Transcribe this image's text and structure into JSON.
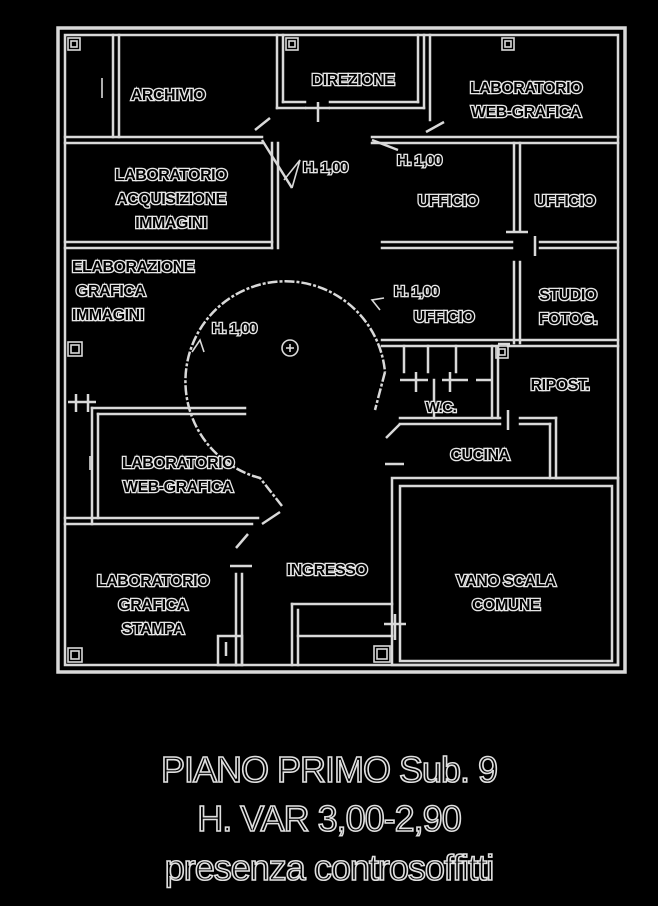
{
  "rooms": {
    "archivio": "ARCHIVIO",
    "direzione": "DIREZIONE",
    "lab_web_grafica_top": [
      "LABORATORIO",
      "WEB-GRAFICA"
    ],
    "lab_acquisizione": [
      "LABORATORIO",
      "ACQUISIZIONE",
      "IMMAGINI"
    ],
    "ufficio_center": "UFFICIO",
    "ufficio_right": "UFFICIO",
    "elaborazione": [
      "ELABORAZIONE",
      "GRAFICA",
      "IMMAGINI"
    ],
    "ufficio_lower": "UFFICIO",
    "studio_fotog": [
      "STUDIO",
      "FOTOG."
    ],
    "wc": "W.C.",
    "ripost": "RIPOST.",
    "cucina": "CUCINA",
    "lab_web_grafica_left": [
      "LABORATORIO",
      "WEB-GRAFICA"
    ],
    "ingresso": "INGRESSO",
    "lab_grafica_stampa": [
      "LABORATORIO",
      "GRAFICA",
      "STAMPA"
    ],
    "vano_scala": [
      "VANO SCALA",
      "COMUNE"
    ]
  },
  "height_marks": {
    "upper_left": "H. 1,00",
    "upper_right": "H. 1,00",
    "middle_right": "H. 1,00",
    "center": "H. 1,00"
  },
  "caption": {
    "line1": "PIANO PRIMO Sub. 9",
    "line2": "H. VAR 3,00-2,90",
    "line3": "presenza controsoffitti"
  }
}
